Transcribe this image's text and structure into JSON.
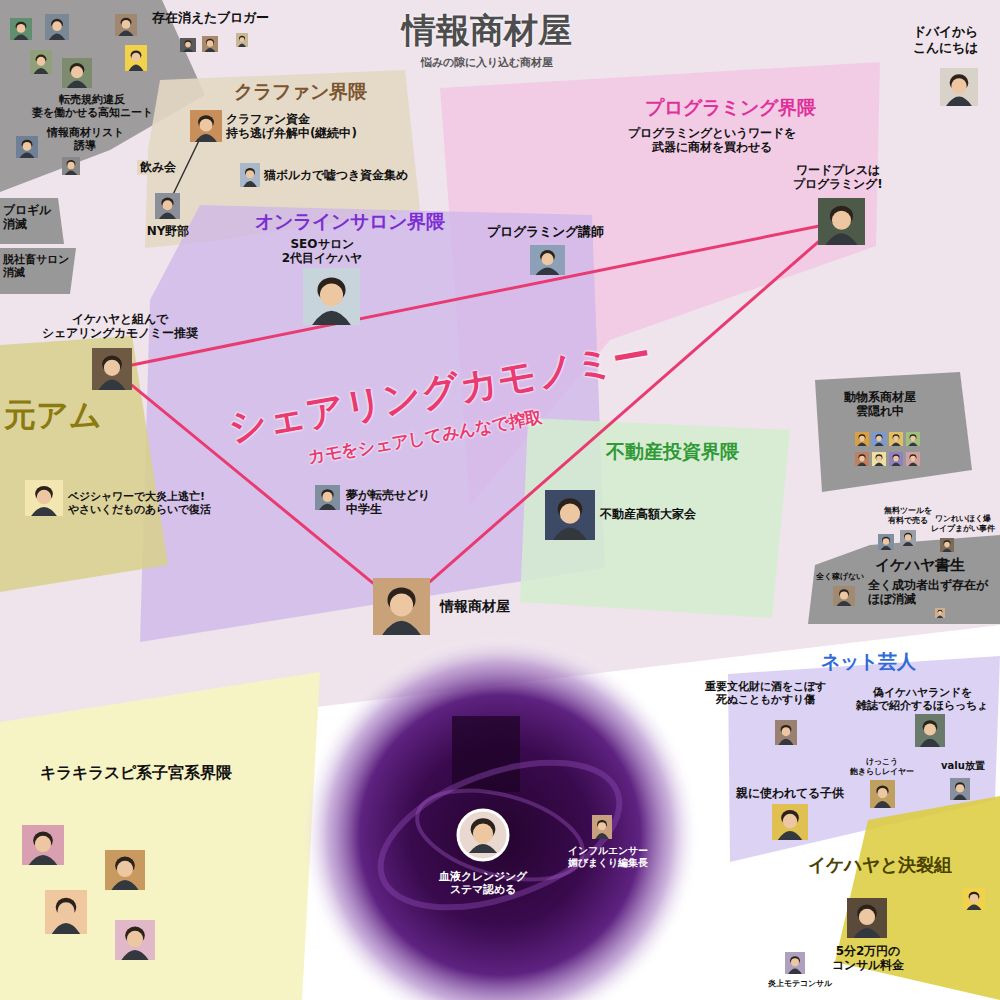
{
  "diagram": {
    "title": "情報商材屋",
    "nodes": [
      {
        "text": [
          "存在消えたブロガー"
        ]
      },
      {
        "text": [
          "転売規約違反 妻を働かせる高知ニート"
        ],
        "in": 0
      },
      {
        "text": [
          "情報商材リスト 誘導"
        ],
        "in": 0
      },
      {
        "text": [
          "クラファン界隈"
        ]
      },
      {
        "text": [
          "クラファン資金 持ち逃げ弁解中(継続中)"
        ],
        "in": 3
      },
      {
        "text": [
          "NY野部"
        ],
        "in": 3
      },
      {
        "text": [
          "猫ボルカで嘘つき資金集め"
        ],
        "in": 3
      },
      {
        "text": [
          "ドバイから こんにちは"
        ]
      },
      {
        "text": [
          "プログラミング界隈",
          "プログラミングというワードを 武器に商材を買わせる"
        ]
      },
      {
        "text": [
          "ワードプレスは プログラミング!"
        ],
        "in": 8
      },
      {
        "text": [
          "ブロギル 消滅"
        ]
      },
      {
        "text": [
          "脱社畜サロン 消滅"
        ]
      },
      {
        "text": [
          "オンラインサロン界隈"
        ]
      },
      {
        "text": [
          "SEOサロン 2代目イケハヤ"
        ],
        "in": 12
      },
      {
        "text": [
          "プログラミング講師"
        ],
        "in": 12
      },
      {
        "text": [
          "イケハヤと組んで シェアリングカモノミー推奨"
        ]
      },
      {
        "text": [
          "元アム"
        ]
      },
      {
        "text": [
          "ベジシャワーで大炎上逃亡! やさいくだものあらいで復活"
        ],
        "in": 16
      },
      {
        "text": [
          "夢が転売せどり 中学生"
        ],
        "in": 12
      },
      {
        "text": [
          "動物系商材屋 雲隠れ中"
        ]
      },
      {
        "text": [
          "不動産投資界隈"
        ]
      },
      {
        "text": [
          "不動産高額大家会"
        ],
        "in": 20
      },
      {
        "text": [
          "イケハヤ書生",
          "全く成功者出ず存在が ほぼ消滅"
        ]
      },
      {
        "text": [
          "無料ツールを 有料で売る"
        ],
        "in": 22
      },
      {
        "text": [
          "ワンれいほく爆 レイプまがい事件"
        ],
        "in": 22
      },
      {
        "text": [
          "全く稼げない"
        ],
        "in": 22
      },
      {
        "text": [
          "情報商材屋"
        ]
      },
      {
        "text": [
          "ネット芸人"
        ]
      },
      {
        "text": [
          "重要文化財に酒をこぼす 死ぬこともかすり傷"
        ],
        "in": 27
      },
      {
        "text": [
          "偽イケハヤランドを 雑誌で紹介するほらっちょ"
        ],
        "in": 27
      },
      {
        "text": [
          "けっこう 飽きらしレイヤー"
        ],
        "in": 27
      },
      {
        "text": [
          "valu放置"
        ],
        "in": 27
      },
      {
        "text": [
          "親に使われてる子供"
        ],
        "in": 27
      },
      {
        "text": [
          "キラキラスピ系子宮系界隈"
        ]
      },
      {
        "text": [
          "血液クレンジング ステマ認める"
        ]
      },
      {
        "text": [
          "インフルエンサー 媚びまくり編集長"
        ]
      },
      {
        "text": [
          "イケハヤと決裂組"
        ]
      },
      {
        "text": [
          "5分2万円の コンサル料金"
        ],
        "in": 36
      },
      {
        "text": [
          "炎上モテコンサル"
        ],
        "in": 36
      }
    ],
    "edges": [
      {
        "from": 4,
        "to": 5,
        "label": "飲み会",
        "arrow": "none"
      },
      {
        "from": 15,
        "to": 9,
        "arrow": "none"
      },
      {
        "from": 15,
        "to": 26,
        "arrow": "none"
      },
      {
        "from": 9,
        "to": 26,
        "arrow": "none"
      }
    ],
    "labels": [
      "悩みの隙に入り込む商材屋",
      "シェアリングカモノミー",
      "カモをシェアしてみんなで搾取"
    ]
  }
}
